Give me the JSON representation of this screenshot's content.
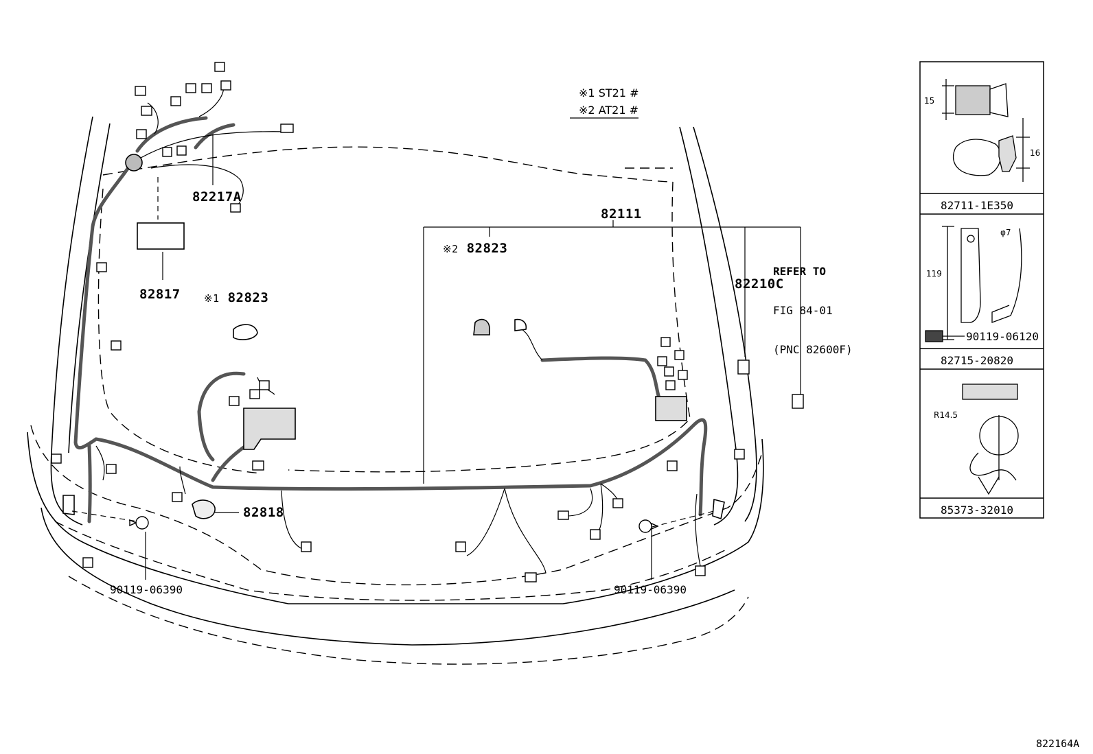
{
  "notes": [
    {
      "mark": "※1",
      "code": "ST21 #"
    },
    {
      "mark": "※2",
      "code": "AT21 #"
    }
  ],
  "parts": {
    "p82217A": "82217A",
    "p82817": "82817",
    "p82823_1_mark": "※1",
    "p82823_1": "82823",
    "p82111": "82111",
    "p82823_2_mark": "※2",
    "p82823_2": "82823",
    "p82210C": "82210C",
    "p82818": "82818",
    "p90119_left": "90119-06390",
    "p90119_right": "90119-06390"
  },
  "refer": {
    "line1": "REFER TO",
    "line2": "FIG 84-01",
    "line3": "(PNC 82600F)"
  },
  "insets": [
    {
      "part": "82711-1E350",
      "dims": [
        "15",
        "16"
      ]
    },
    {
      "part": "82715-20820",
      "dims": [
        "119",
        "φ7"
      ],
      "sub_part": "90119-06120"
    },
    {
      "part": "85373-32010",
      "dims": [
        "R14.5"
      ]
    }
  ],
  "figure_id": "822164A"
}
